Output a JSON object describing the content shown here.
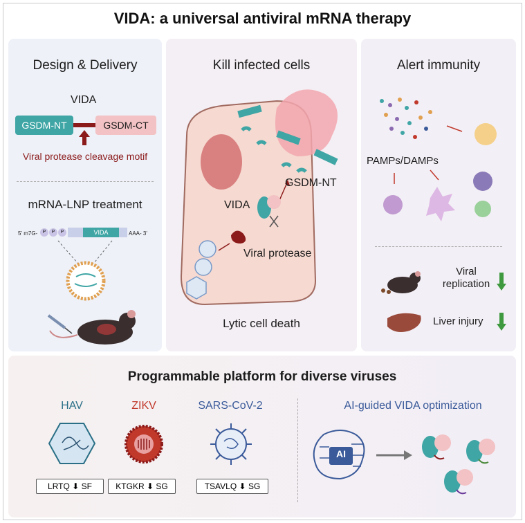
{
  "title": "VIDA: a universal antiviral mRNA therapy",
  "panel_design": {
    "title": "Design & Delivery",
    "vida_label": "VIDA",
    "nt_label": "GSDM-NT",
    "ct_label": "GSDM-CT",
    "cleavage_label": "Viral protease cleavage motif",
    "lnp_title": "mRNA-LNP treatment",
    "mrna_5prime": "5' m7G-",
    "mrna_p": "P",
    "mrna_vida": "VIDA",
    "mrna_3prime": "AAA- 3'"
  },
  "panel_kill": {
    "title": "Kill infected cells",
    "gsdm_nt": "GSDM-NT",
    "vida": "VIDA",
    "viral_protease": "Viral protease",
    "lytic": "Lytic cell death"
  },
  "panel_alert": {
    "title": "Alert immunity",
    "pamps": "PAMPs/DAMPs",
    "viral_replication": "Viral replication",
    "liver_injury": "Liver injury"
  },
  "bottom": {
    "title": "Programmable platform for diverse viruses",
    "viruses": [
      {
        "name": "HAV",
        "motif_left": "LRTQ",
        "motif_right": "SF",
        "color": "#2a6f86"
      },
      {
        "name": "ZIKV",
        "motif_left": "KTGKR",
        "motif_right": "SG",
        "color": "#c0392b"
      },
      {
        "name": "SARS-CoV-2",
        "motif_left": "TSAVLQ",
        "motif_right": "SG",
        "color": "#3a5a9a"
      }
    ],
    "ai_title": "AI-guided VIDA optimization",
    "ai_chip": "AI"
  },
  "colors": {
    "teal": "#3fa5a5",
    "pink": "#f2c2c4",
    "maroon": "#8b1a1a",
    "green_arrow": "#3f9a3f"
  }
}
